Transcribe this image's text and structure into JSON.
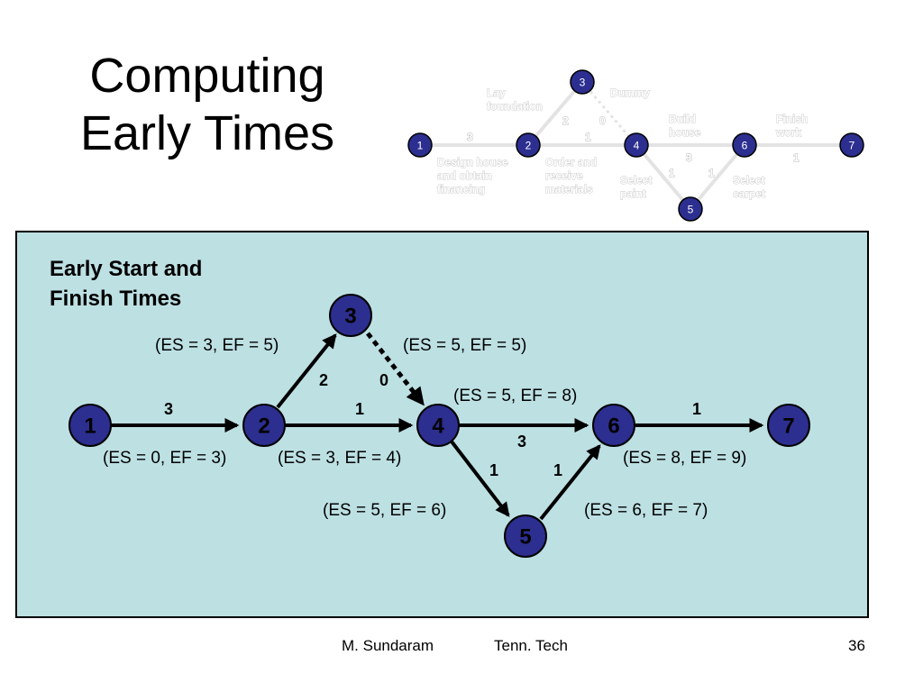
{
  "slide": {
    "title_line1": "Computing",
    "title_line2": "Early Times",
    "footer_author": "M. Sundaram",
    "footer_institution": "Tenn. Tech",
    "page_number": "36"
  },
  "mini_network": {
    "nodes": [
      "1",
      "2",
      "3",
      "4",
      "5",
      "6",
      "7"
    ],
    "activity_labels": {
      "lay_foundation": [
        "Lay",
        "foundation"
      ],
      "dummy": [
        "Dummy"
      ],
      "build_house": [
        "Build",
        "house"
      ],
      "finish_work": [
        "Finish",
        "work"
      ],
      "design_house": [
        "Design house",
        "and obtain",
        "financing"
      ],
      "order_materials": [
        "Order and",
        "receive",
        "materials"
      ],
      "select_paint": [
        "Select",
        "paint"
      ],
      "select_carpet": [
        "Select",
        "carpet"
      ]
    },
    "durations": {
      "e12": "3",
      "e23": "2",
      "e34": "0",
      "e24": "1",
      "e46": "3",
      "e45": "1",
      "e56": "1",
      "e67": "1"
    }
  },
  "main_network": {
    "panel_title_line1": "Early Start and",
    "panel_title_line2": "Finish Times",
    "nodes": [
      "1",
      "2",
      "3",
      "4",
      "5",
      "6",
      "7"
    ],
    "durations": {
      "e12": "3",
      "e23": "2",
      "e34": "0",
      "e24": "1",
      "e46": "3",
      "e45": "1",
      "e56": "1",
      "e67": "1"
    },
    "early_times": {
      "a12": "(ES = 0, EF = 3)",
      "a23": "(ES = 3, EF = 5)",
      "a34": "(ES = 5, EF = 5)",
      "a24": "(ES = 3, EF = 4)",
      "a46": "(ES = 5, EF = 8)",
      "a45": "(ES = 5, EF = 6)",
      "a56": "(ES = 6, EF = 7)",
      "a67": "(ES = 8, EF = 9)"
    }
  },
  "colors": {
    "node_fill": "#2c2f8f",
    "panel_bg": "#bde0e3",
    "mini_edge": "#e3e3e3"
  }
}
